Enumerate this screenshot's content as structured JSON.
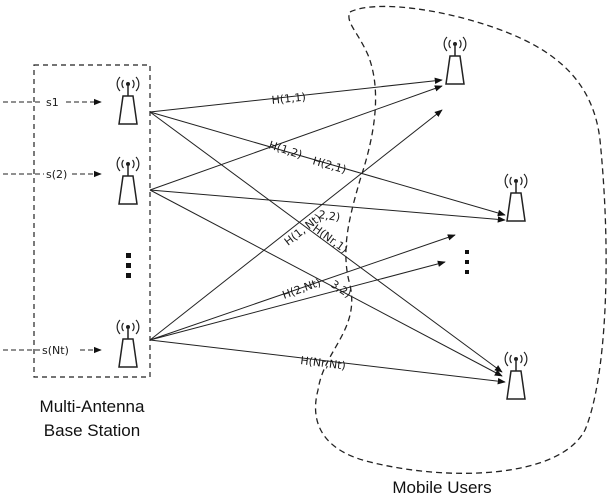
{
  "inputs": [
    "s1",
    "s(2)",
    "s(Nt)"
  ],
  "links": {
    "h11": "H(1,1)",
    "h12": "H(1,2)",
    "h21": "H(2,1)",
    "h1nt": "H(1, Nt)",
    "h22": "2,2)",
    "hnr1": "H(Nr,1)",
    "h2nt": "H(2,Nt)",
    "h32": "3,2)",
    "hnrnt": "H(Nr,Nt)"
  },
  "base_station_caption": [
    "Multi-Antenna",
    "Base Station"
  ],
  "mobile_users_caption": "Mobile Users",
  "colors": {
    "stroke": "#222222",
    "text": "#1a1a1a"
  }
}
